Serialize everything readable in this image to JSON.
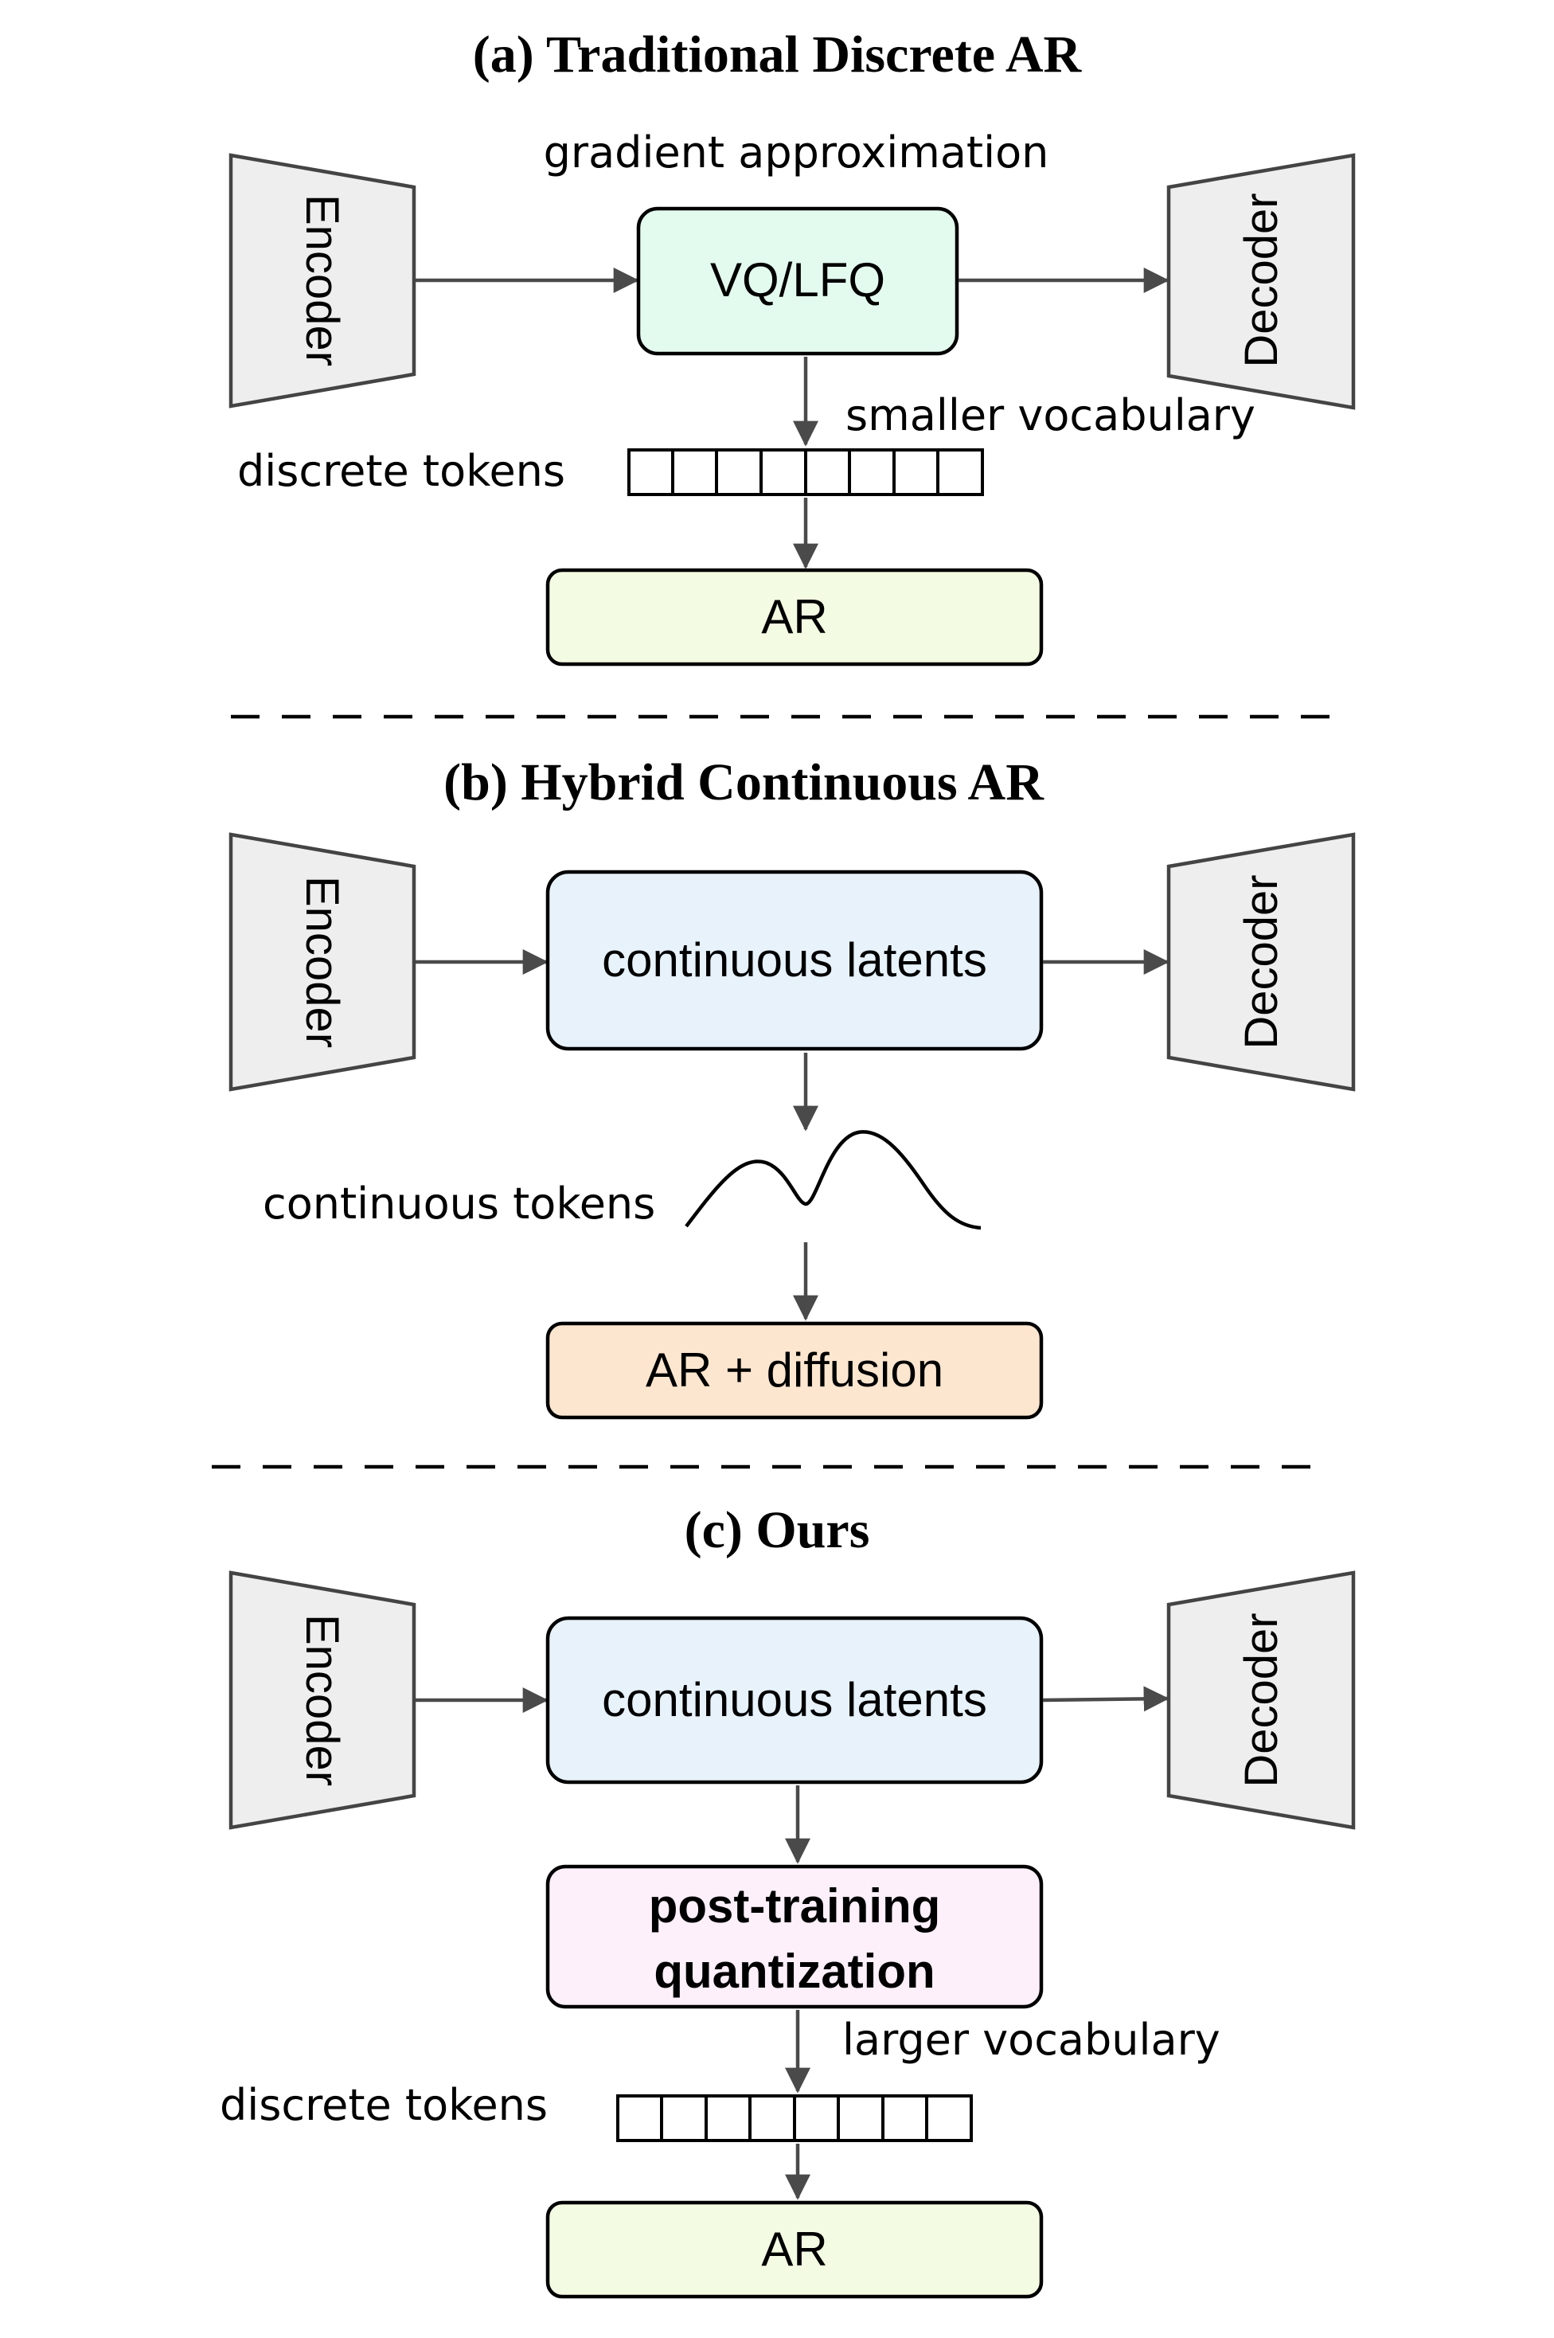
{
  "panels": [
    {
      "title": "(a) Traditional Discrete AR",
      "encoder_label": "Encoder",
      "decoder_label": "Decoder",
      "center_box": {
        "label": "VQ/LFQ",
        "color": "#e3fbef"
      },
      "center_annotation": "gradient approximation",
      "vocab_annotation": "smaller vocabulary",
      "tokens_label": "discrete tokens",
      "output_box": {
        "label": "AR",
        "color": "#f4fbe3"
      }
    },
    {
      "title": "(b) Hybrid Continuous AR",
      "encoder_label": "Encoder",
      "decoder_label": "Decoder",
      "center_box": {
        "label": "continuous latents",
        "color": "#e7f2fb"
      },
      "tokens_label": "continuous tokens",
      "output_box": {
        "label": "AR + diffusion",
        "color": "#fde6cf"
      }
    },
    {
      "title": "(c) Ours",
      "encoder_label": "Encoder",
      "decoder_label": "Decoder",
      "center_box": {
        "label": "continuous latents",
        "color": "#e7f2fb"
      },
      "quant_box": {
        "line1": "post-training",
        "line2": "quantization",
        "color": "#fdf0fa"
      },
      "vocab_annotation": "larger vocabulary",
      "tokens_label": "discrete tokens",
      "output_box": {
        "label": "AR",
        "color": "#f4fbe3"
      }
    }
  ]
}
